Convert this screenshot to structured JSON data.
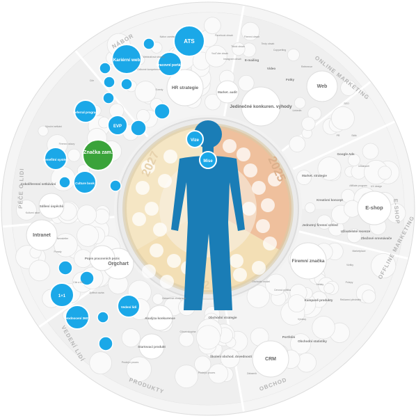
{
  "segments": {
    "nabor": "NÁBOR",
    "online_marketing": "ONLINE MARKETING",
    "e_shop": "E-SHOP",
    "offline_marketing": "OFFLINE MARKETING",
    "obchod": "OBCHOD",
    "produkty": "PRODUKTY",
    "vedeni_lidi": "VEDENÍ LIDÍ",
    "pece_o_lidi": "PÉČE O LIDI"
  },
  "years": {
    "left": "2027",
    "right": "2025",
    "bottom": "2"
  },
  "colors": {
    "blue": "#1ba8e8",
    "dark_blue": "#0b7fc1",
    "green": "#3aa33a",
    "figure": "#1a7db6",
    "tan": "#f3e2bf",
    "peach": "#efc3a2",
    "light_tan": "#f7e8c8",
    "grey": "#f0f0f0",
    "ring": "#e3e3e3"
  },
  "figure": {
    "vize": "Vize",
    "mise": "Mise"
  },
  "blue_nodes": {
    "ats": "ATS",
    "karierni_web": "Kariérní web",
    "pracovni_portaly": "Pracovní portály",
    "evp": "EVP",
    "referral": "Referral program",
    "znacka_zam": "Značka zam.",
    "benefitni": "Benefitní systém",
    "culture_book": "Culture book",
    "vedeni_lidi": "Vedení lidí",
    "jedna_na_jednu": "1+1",
    "hodnoceni": "Hodnocení 360°"
  },
  "big_labels": {
    "hr_strategie": "HR strategie",
    "intranet": "Intranet",
    "orgchart": "Orgchart",
    "jedinecne": "Jedinečné konkuren. výhody",
    "web": "Web",
    "e_shop": "E-shop",
    "firemni_znacka": "Firemní značka",
    "crm": "CRM"
  },
  "mid_labels": {
    "sdileni": "Sdílení úspěchů",
    "cokoli": "Cokoliferenní setkávání",
    "popis": "Popis pracovních pozic",
    "market_audit": "Market. audit",
    "market_strategie": "Market. strategie",
    "kreativni": "Kreativní koncept",
    "jednotny": "Jednotný firemní vzhled",
    "obchodni_strategie": "Obchodní strategie",
    "skoleni": "Školení obchod. dovedností",
    "analyza": "Analýza konkurence",
    "startovaci": "Startovací produkt",
    "kampane": "Kampaně produkty",
    "uzivatelske": "Uživatelské recenze",
    "zbozove": "Zbožové srovnávače",
    "fotky": "Fotky",
    "video": "Video",
    "e_mailing": "E-mailing",
    "google_ads": "Google Ads",
    "portfolio": "Portfolio",
    "obchodni_statistiky": "Obchodní statistiky"
  },
  "small_labels": {
    "nabor_1": "Nábor zaměst.",
    "nabor_2": "Webinářová stránka",
    "nabor_3": "Odborné kompetence",
    "nabor_4": "Cíle",
    "nabor_5": "Eventy",
    "online_1": "Facebook obsah",
    "online_2": "Firemní obsah",
    "online_3": "YouTube obsah",
    "online_4": "Tiktok obsah",
    "online_5": "Instagram obsah",
    "online_6": "Texty obsah",
    "online_7": "Reference",
    "online_8": "Linkedin",
    "online_9": "SEO",
    "online_10": "PR",
    "online_11": "Sklik",
    "online_12": "Influenceři",
    "online_13": "Copywriting",
    "eshop_1": "Affiliate program",
    "eshop_2": "UX design",
    "eshop_3": "Marketplace",
    "offline_1": "Vizitky",
    "offline_2": "Polepy",
    "offline_3": "Reklamní předměty",
    "offline_4": "Letáky",
    "offline_5": "Výstavy",
    "obchod_1": "Obchodní model",
    "obchod_2": "Cenová politika",
    "obchod_3": "Prodejní proces",
    "obchod_4": "Zákazník",
    "produkty_1": "Zákaznická zkušenost",
    "produkty_2": "Cílová skupina",
    "produkty_3": "Prodejní proces",
    "vedeni_1": "Porady",
    "vedeni_2": "Cíle a KPI",
    "vedeni_3": "Zpětná vazba",
    "pece_1": "Výroční setkání",
    "pece_2": "Firemní oslavy",
    "pece_3": "Kulturní akce",
    "pece_4": "Newsletter"
  }
}
